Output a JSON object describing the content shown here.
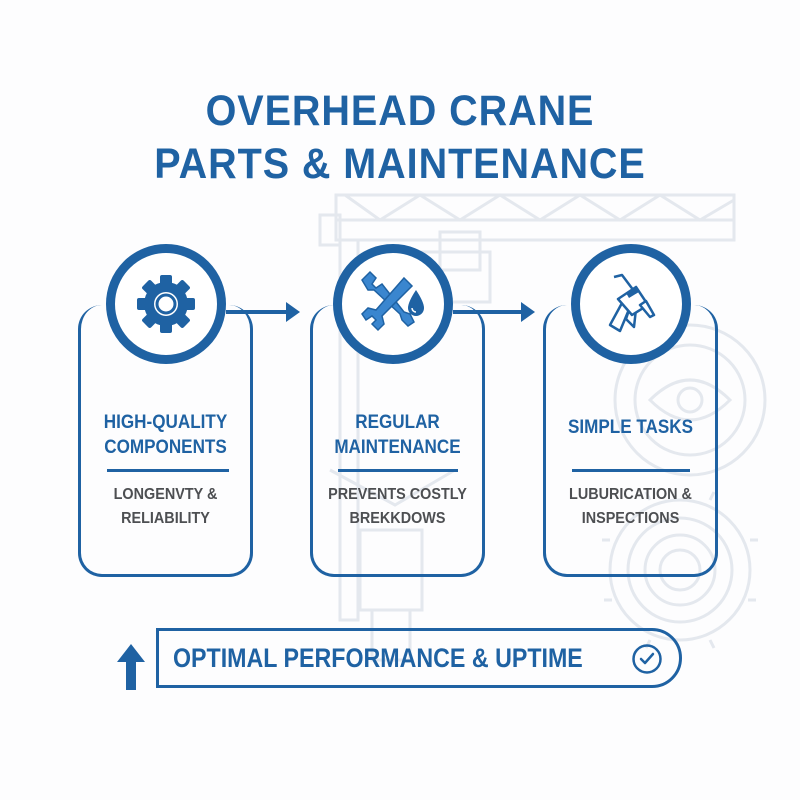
{
  "title": {
    "line1": "OVERHEAD CRANE",
    "line2": "PARTS & MAINTENANCE"
  },
  "colors": {
    "primary": "#1f62a3",
    "text_gray": "#4d4f52",
    "watermark": "#e6e9ee",
    "background": "#fdfdfe"
  },
  "steps": [
    {
      "icon": "gear-icon",
      "title_line1": "HIGH-QUALITY",
      "title_line2": "COMPONENTS",
      "desc_line1": "LONGENVTY &",
      "desc_line2": "RELIABILITY"
    },
    {
      "icon": "wrench-oil-drop-icon",
      "title_line1": "REGULAR",
      "title_line2": "MAINTENANCE",
      "desc_line1": "PREVENTS COSTLY",
      "desc_line2": "BREKKDOWS"
    },
    {
      "icon": "grease-gun-icon",
      "title_line1": "SIMPLE TASKS",
      "title_line2": "",
      "desc_line1": "LUBURICATION &",
      "desc_line2": "INSPECTIONS"
    }
  ],
  "banner": {
    "text": "OPTIMAL PERFORMANCE & UPTIME",
    "left_icon": "up-arrow-icon",
    "right_icon": "check-circle-icon"
  }
}
